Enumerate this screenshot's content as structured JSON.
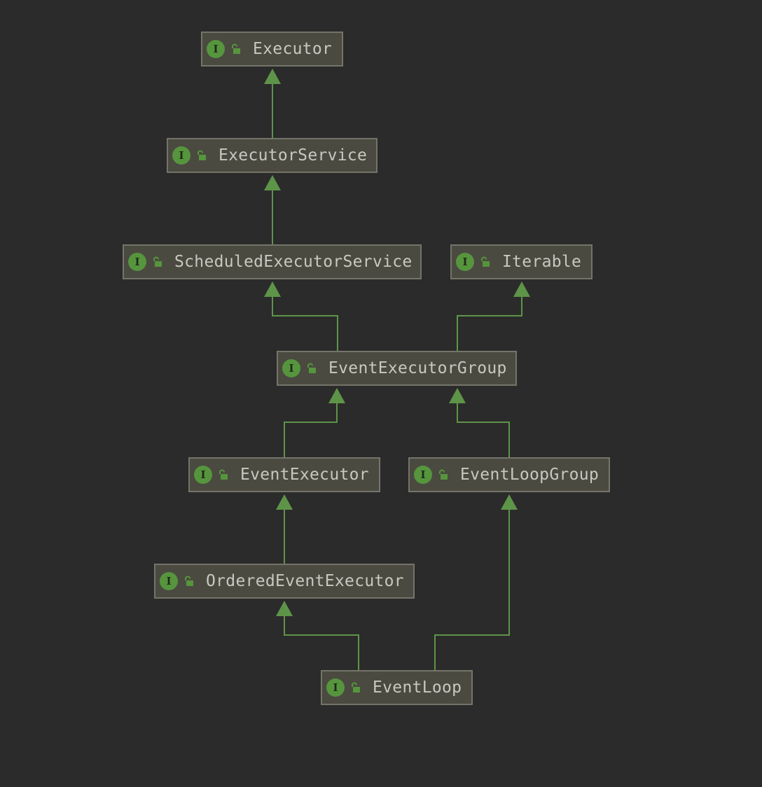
{
  "colors": {
    "background": "#2b2b2b",
    "node_fill": "#4a4a40",
    "node_border": "#74746a",
    "edge": "#5e9448",
    "badge": "#56953d",
    "text": "#c8c8c0"
  },
  "badge_text": "I",
  "icons": {
    "interface_badge": "interface-icon",
    "access_marker": "public-lock-icon"
  },
  "nodes": [
    {
      "id": "executor",
      "label": "Executor",
      "kind": "interface"
    },
    {
      "id": "executor-service",
      "label": "ExecutorService",
      "kind": "interface"
    },
    {
      "id": "scheduled-executor-service",
      "label": "ScheduledExecutorService",
      "kind": "interface"
    },
    {
      "id": "iterable",
      "label": "Iterable",
      "kind": "interface"
    },
    {
      "id": "event-executor-group",
      "label": "EventExecutorGroup",
      "kind": "interface"
    },
    {
      "id": "event-executor",
      "label": "EventExecutor",
      "kind": "interface"
    },
    {
      "id": "event-loop-group",
      "label": "EventLoopGroup",
      "kind": "interface"
    },
    {
      "id": "ordered-event-executor",
      "label": "OrderedEventExecutor",
      "kind": "interface"
    },
    {
      "id": "event-loop",
      "label": "EventLoop",
      "kind": "interface"
    }
  ],
  "edges": [
    {
      "from": "executor-service",
      "to": "executor"
    },
    {
      "from": "scheduled-executor-service",
      "to": "executor-service"
    },
    {
      "from": "event-executor-group",
      "to": "scheduled-executor-service"
    },
    {
      "from": "event-executor-group",
      "to": "iterable"
    },
    {
      "from": "event-executor",
      "to": "event-executor-group"
    },
    {
      "from": "event-loop-group",
      "to": "event-executor-group"
    },
    {
      "from": "ordered-event-executor",
      "to": "event-executor"
    },
    {
      "from": "event-loop",
      "to": "ordered-event-executor"
    },
    {
      "from": "event-loop",
      "to": "event-loop-group"
    }
  ]
}
